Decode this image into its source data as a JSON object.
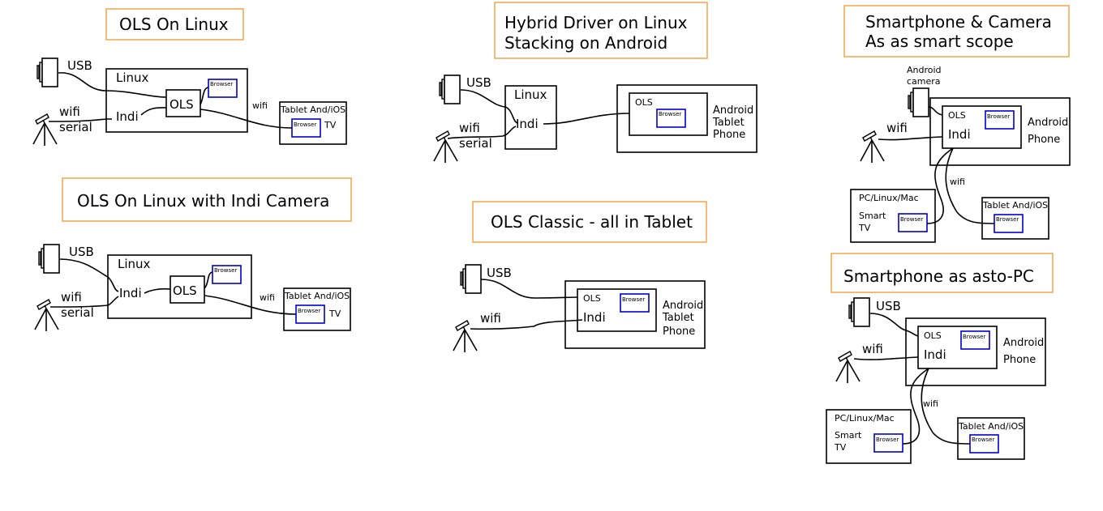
{
  "labels": {
    "usb": "USB",
    "wifi": "wifi",
    "serial": "serial",
    "linux": "Linux",
    "indi": "Indi",
    "ols": "OLS",
    "browser": "Browser",
    "tablet_os": "Tablet And/iOS",
    "tv": "TV",
    "android": "Android",
    "tablet": "Tablet",
    "phone": "Phone",
    "camera": "camera",
    "pc": "PC/Linux/Mac",
    "smart": "Smart"
  },
  "panels": {
    "ols_linux": {
      "title": "OLS On Linux"
    },
    "ols_linux_camera": {
      "title": "OLS On Linux with Indi Camera"
    },
    "hybrid": {
      "title_line1": "Hybrid Driver on Linux",
      "title_line2": "Stacking on Android"
    },
    "classic": {
      "title": "OLS Classic - all in Tablet"
    },
    "smartphone_camera": {
      "title_line1": "Smartphone & Camera",
      "title_line2": "As as smart scope"
    },
    "smartphone_pc": {
      "title": "Smartphone as asto-PC"
    }
  }
}
